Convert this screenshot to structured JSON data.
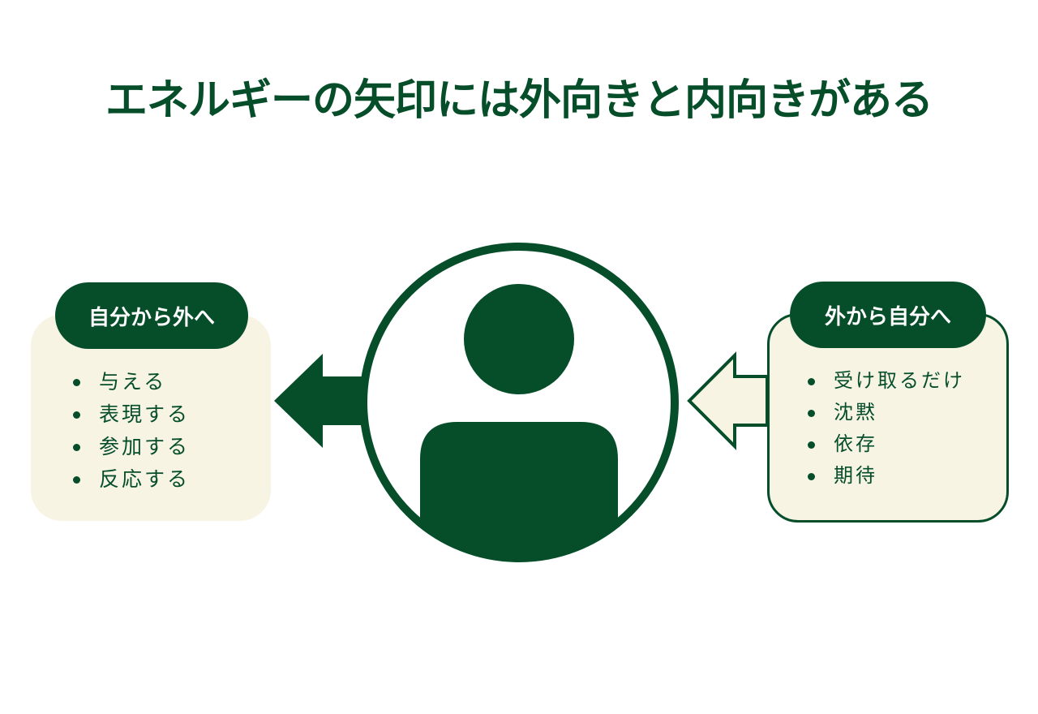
{
  "title": "エネルギーの矢印には外向きと内向きがある",
  "colors": {
    "primary": "#064e2a",
    "panel_background": "#f7f4e4",
    "background": "#ffffff"
  },
  "center": {
    "icon": "person-icon"
  },
  "left_box": {
    "label": "自分から外へ",
    "arrow_direction": "outward",
    "items": [
      "与える",
      "表現する",
      "参加する",
      "反応する"
    ]
  },
  "right_box": {
    "label": "外から自分へ",
    "arrow_direction": "inward",
    "items": [
      "受け取るだけ",
      "沈黙",
      "依存",
      "期待"
    ]
  }
}
